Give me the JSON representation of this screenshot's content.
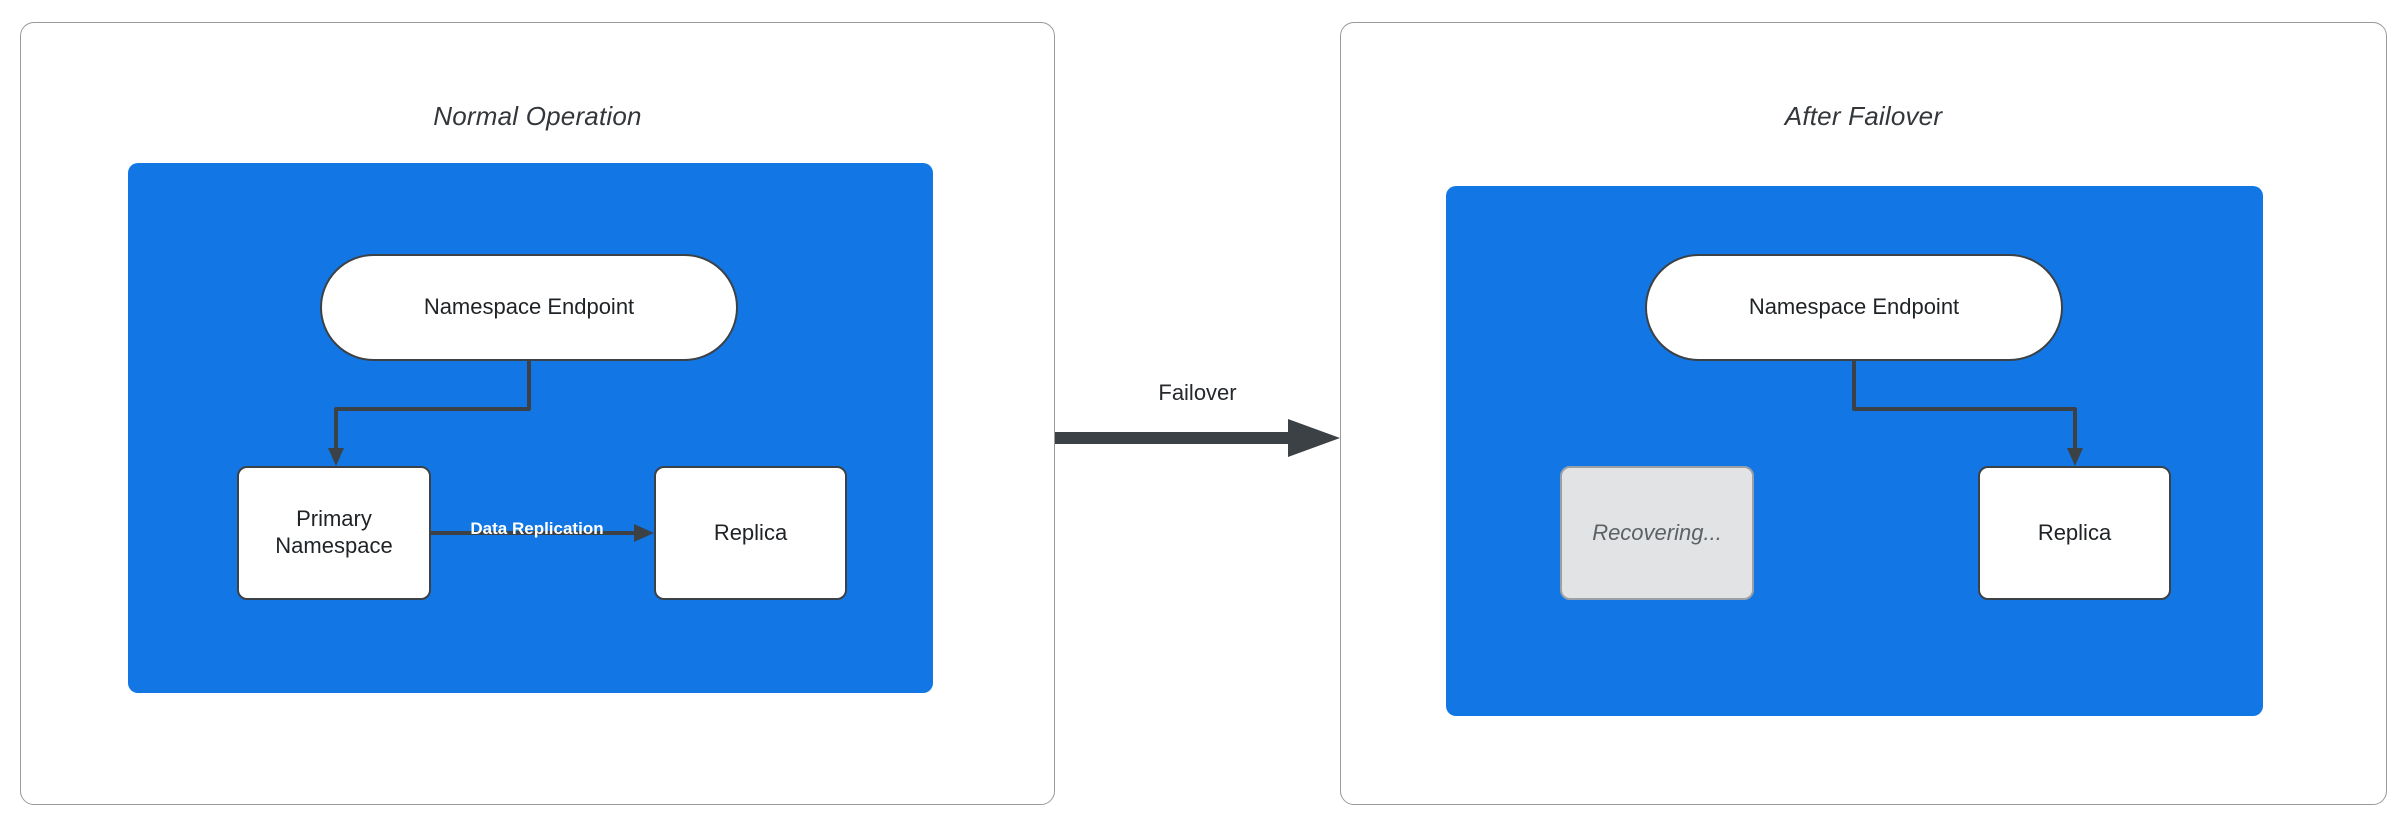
{
  "diagram": {
    "title_left": "Normal Operation",
    "title_right": "After Failover",
    "transition_label": "Failover",
    "colors": {
      "zone_blue": "#1277e4",
      "node_stroke": "#3c4145",
      "node_fill": "#ffffff",
      "muted_fill": "#e2e3e5",
      "muted_text": "#5c6166",
      "panel_border": "#9a9a9a",
      "arrow": "#3c4145",
      "replication_label": "#ffffff"
    },
    "panels": [
      {
        "id": "normal-operation",
        "title": "Normal Operation",
        "nodes": [
          {
            "id": "namespace-endpoint",
            "label": "Namespace Endpoint",
            "shape": "pill",
            "state": "active"
          },
          {
            "id": "primary-namespace",
            "label": "Primary\nNamespace",
            "line1": "Primary",
            "line2": "Namespace",
            "shape": "rounded-rect",
            "state": "active"
          },
          {
            "id": "replica",
            "label": "Replica",
            "shape": "rounded-rect",
            "state": "active"
          }
        ],
        "edges": [
          {
            "from": "namespace-endpoint",
            "to": "primary-namespace",
            "label": "",
            "style": "elbow-arrow"
          },
          {
            "from": "primary-namespace",
            "to": "replica",
            "label": "Data Replication",
            "style": "straight-arrow"
          }
        ]
      },
      {
        "id": "after-failover",
        "title": "After Failover",
        "nodes": [
          {
            "id": "namespace-endpoint",
            "label": "Namespace Endpoint",
            "shape": "pill",
            "state": "active"
          },
          {
            "id": "recovering",
            "label": "Recovering...",
            "shape": "rounded-rect",
            "state": "disabled"
          },
          {
            "id": "replica",
            "label": "Replica",
            "shape": "rounded-rect",
            "state": "active"
          }
        ],
        "edges": [
          {
            "from": "namespace-endpoint",
            "to": "replica",
            "label": "",
            "style": "elbow-arrow"
          }
        ]
      }
    ]
  }
}
